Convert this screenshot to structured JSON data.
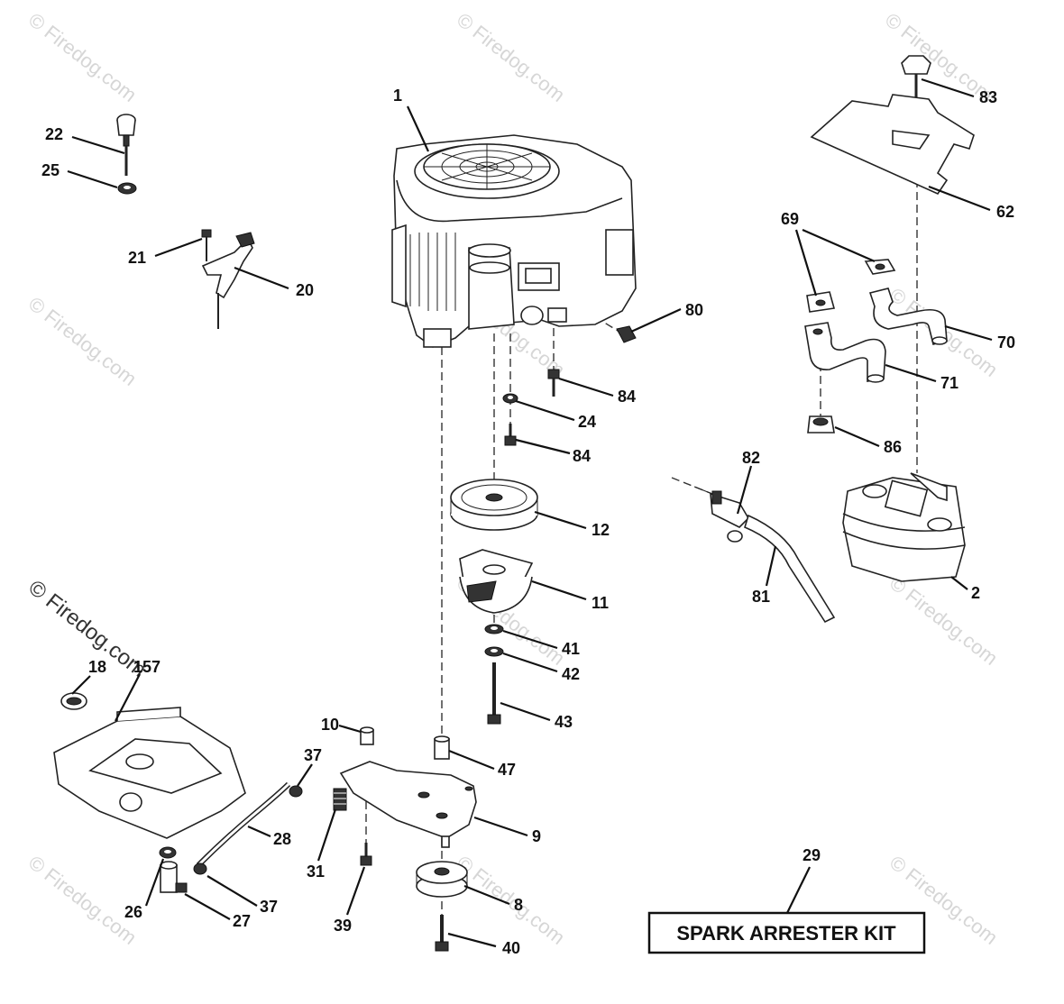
{
  "watermark": "© Firedog.com",
  "kit_label": "SPARK ARRESTER KIT",
  "callouts": [
    "1",
    "22",
    "25",
    "21",
    "20",
    "83",
    "62",
    "69",
    "70",
    "71",
    "80",
    "84",
    "24",
    "84",
    "86",
    "82",
    "12",
    "11",
    "2",
    "81",
    "41",
    "42",
    "43",
    "18",
    "157",
    "10",
    "47",
    "37",
    "9",
    "28",
    "31",
    "26",
    "37",
    "27",
    "39",
    "8",
    "40",
    "29"
  ]
}
